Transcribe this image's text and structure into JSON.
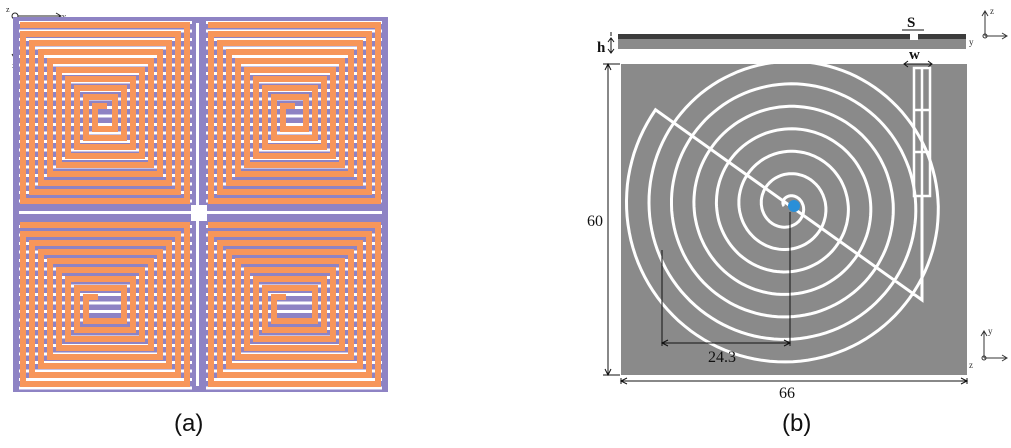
{
  "figure_a": {
    "caption": "(a)",
    "axes": {
      "z": "z",
      "y": "y",
      "x": "x"
    },
    "colors": {
      "top_layer": "#F7965A",
      "bottom_layer": "#8E83C4",
      "gap": "#ffffff"
    }
  },
  "figure_b": {
    "caption": "(b)",
    "side_axes": {
      "z": "z",
      "y": "y"
    },
    "bottom_axes": {
      "y": "y",
      "z": "z"
    },
    "labels": {
      "s": "S",
      "h": "h",
      "w": "w"
    },
    "dimensions": {
      "height": "60",
      "width": "66",
      "radius": "24.3"
    },
    "colors": {
      "substrate": "#8A8A8A",
      "slot": "#ffffff",
      "feed": "#2A8FD8"
    }
  }
}
